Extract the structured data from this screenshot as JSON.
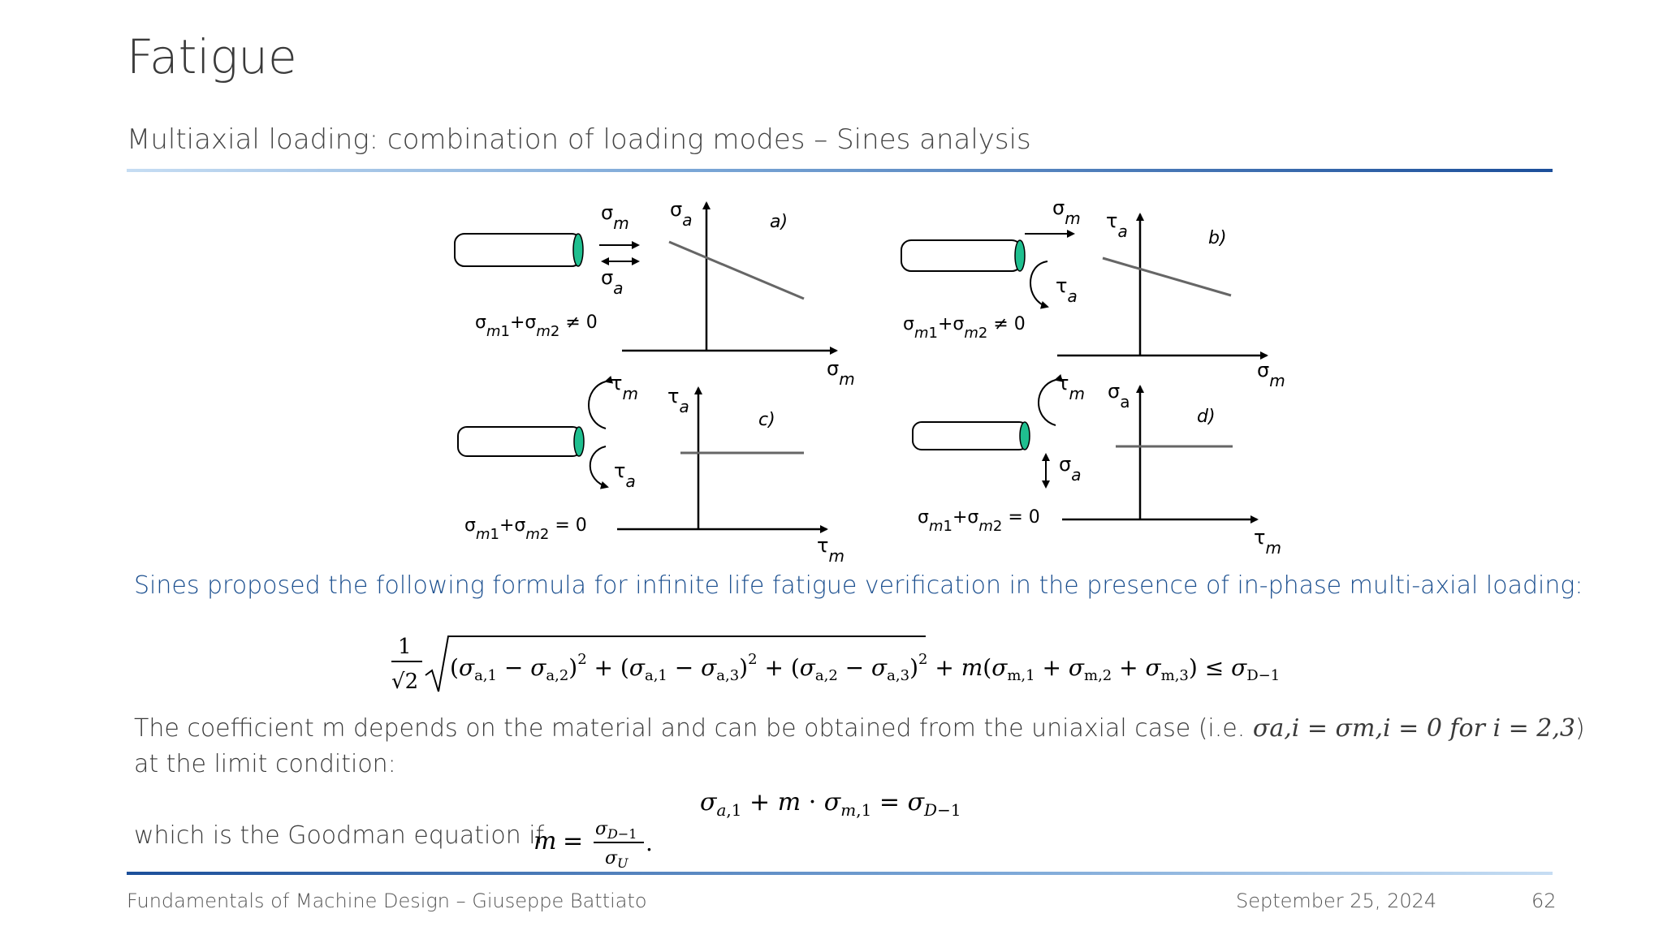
{
  "slide": {
    "title": "Fatigue",
    "subtitle": "Multiaxial loading: combination of loading modes – Sines analysis"
  },
  "diagram": {
    "panels": [
      {
        "id": "a",
        "label": "a)",
        "y_axis": "σa",
        "x_axis": "σm",
        "loads": [
          "σm",
          "σa"
        ],
        "condition": "σm1+σm2 ≠ 0",
        "line": "sloped"
      },
      {
        "id": "b",
        "label": "b)",
        "y_axis": "τa",
        "x_axis": "σm",
        "loads": [
          "σm",
          "τa"
        ],
        "condition": "σm1+σm2 ≠ 0",
        "line": "sloped"
      },
      {
        "id": "c",
        "label": "c)",
        "y_axis": "τa",
        "x_axis": "τm",
        "loads": [
          "τm",
          "τa"
        ],
        "condition": "σm1+σm2 = 0",
        "line": "horizontal"
      },
      {
        "id": "d",
        "label": "d)",
        "y_axis": "σa",
        "x_axis": "τm",
        "loads": [
          "τm",
          "σa"
        ],
        "condition": "σm1+σm2 = 0",
        "line": "horizontal"
      }
    ],
    "colors": {
      "end_cap": "#1fbf8f",
      "line": "#666666"
    }
  },
  "text": {
    "sines_intro": "Sines proposed the following formula for infinite life fatigue verification in the presence of in-phase multi-axial loading:",
    "coefficient_line1_a": "The coefficient m depends on the material and can be obtained from the uniaxial case (i.e. ",
    "coefficient_line1_math": "σa,i = σm,i = 0 for i = 2,3",
    "coefficient_line1_b": ")",
    "coefficient_line2": "at the limit condition:",
    "goodman_lead": "which is the Goodman equation if "
  },
  "equations": {
    "sines_formula": "1/√2 · √((σa,1 − σa,2)² + (σa,1 − σa,3)² + (σa,2 − σa,3)²) + m(σm,1 + σm,2 + σm,3) ≤ σD−1",
    "limit_condition": "σa,1 + m · σm,1 = σD−1",
    "goodman_m": "m = σD−1 / σU"
  },
  "footer": {
    "course": "Fundamentals of Machine Design – Giuseppe Battiato",
    "date": "September 25, 2024",
    "page": "62"
  },
  "theme": {
    "accent": "#1c4f9a",
    "text_blue": "#1b4f8f"
  }
}
